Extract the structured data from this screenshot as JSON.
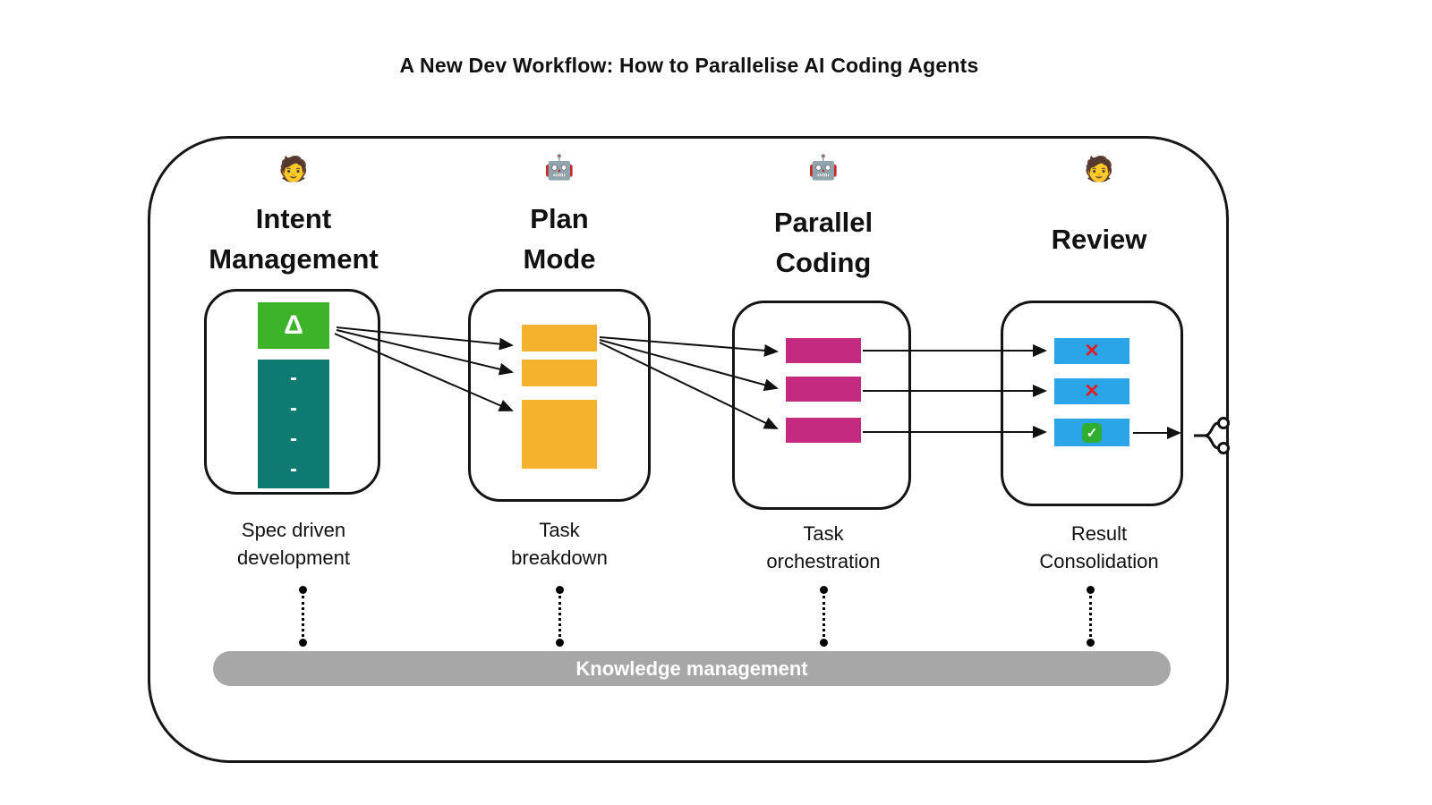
{
  "title": "A New Dev Workflow: How to Parallelise AI Coding Agents",
  "stages": [
    {
      "emoji": "🧑",
      "title": "Intent\nManagement",
      "caption": "Spec driven\ndevelopment",
      "delta": "Δ",
      "dashes": "-\n-\n-\n-"
    },
    {
      "emoji": "🤖",
      "title": "Plan\nMode",
      "caption": "Task\nbreakdown"
    },
    {
      "emoji": "🤖",
      "title": "Parallel\nCoding",
      "caption": "Task\norchestration"
    },
    {
      "emoji": "🧑",
      "title": "Review",
      "caption": "Result\nConsolidation",
      "marks": [
        "✕",
        "✕",
        "✓"
      ]
    }
  ],
  "knowledge_bar": {
    "label": "Knowledge management"
  },
  "icons": {
    "person": "person-icon",
    "robot": "robot-icon",
    "reject": "red-cross-icon",
    "approve": "green-check-icon",
    "merge": "merge-fork-icon"
  },
  "colors": {
    "delta_green": "#3db32a",
    "spec_teal": "#0f7b70",
    "plan_amber": "#f5b22c",
    "coding_magenta": "#c42a80",
    "review_blue": "#2aa5e8",
    "reject_red": "#e01b24",
    "approve_green": "#2fae32",
    "knowledge_gray": "#a7a7a7",
    "stroke": "#111111"
  }
}
